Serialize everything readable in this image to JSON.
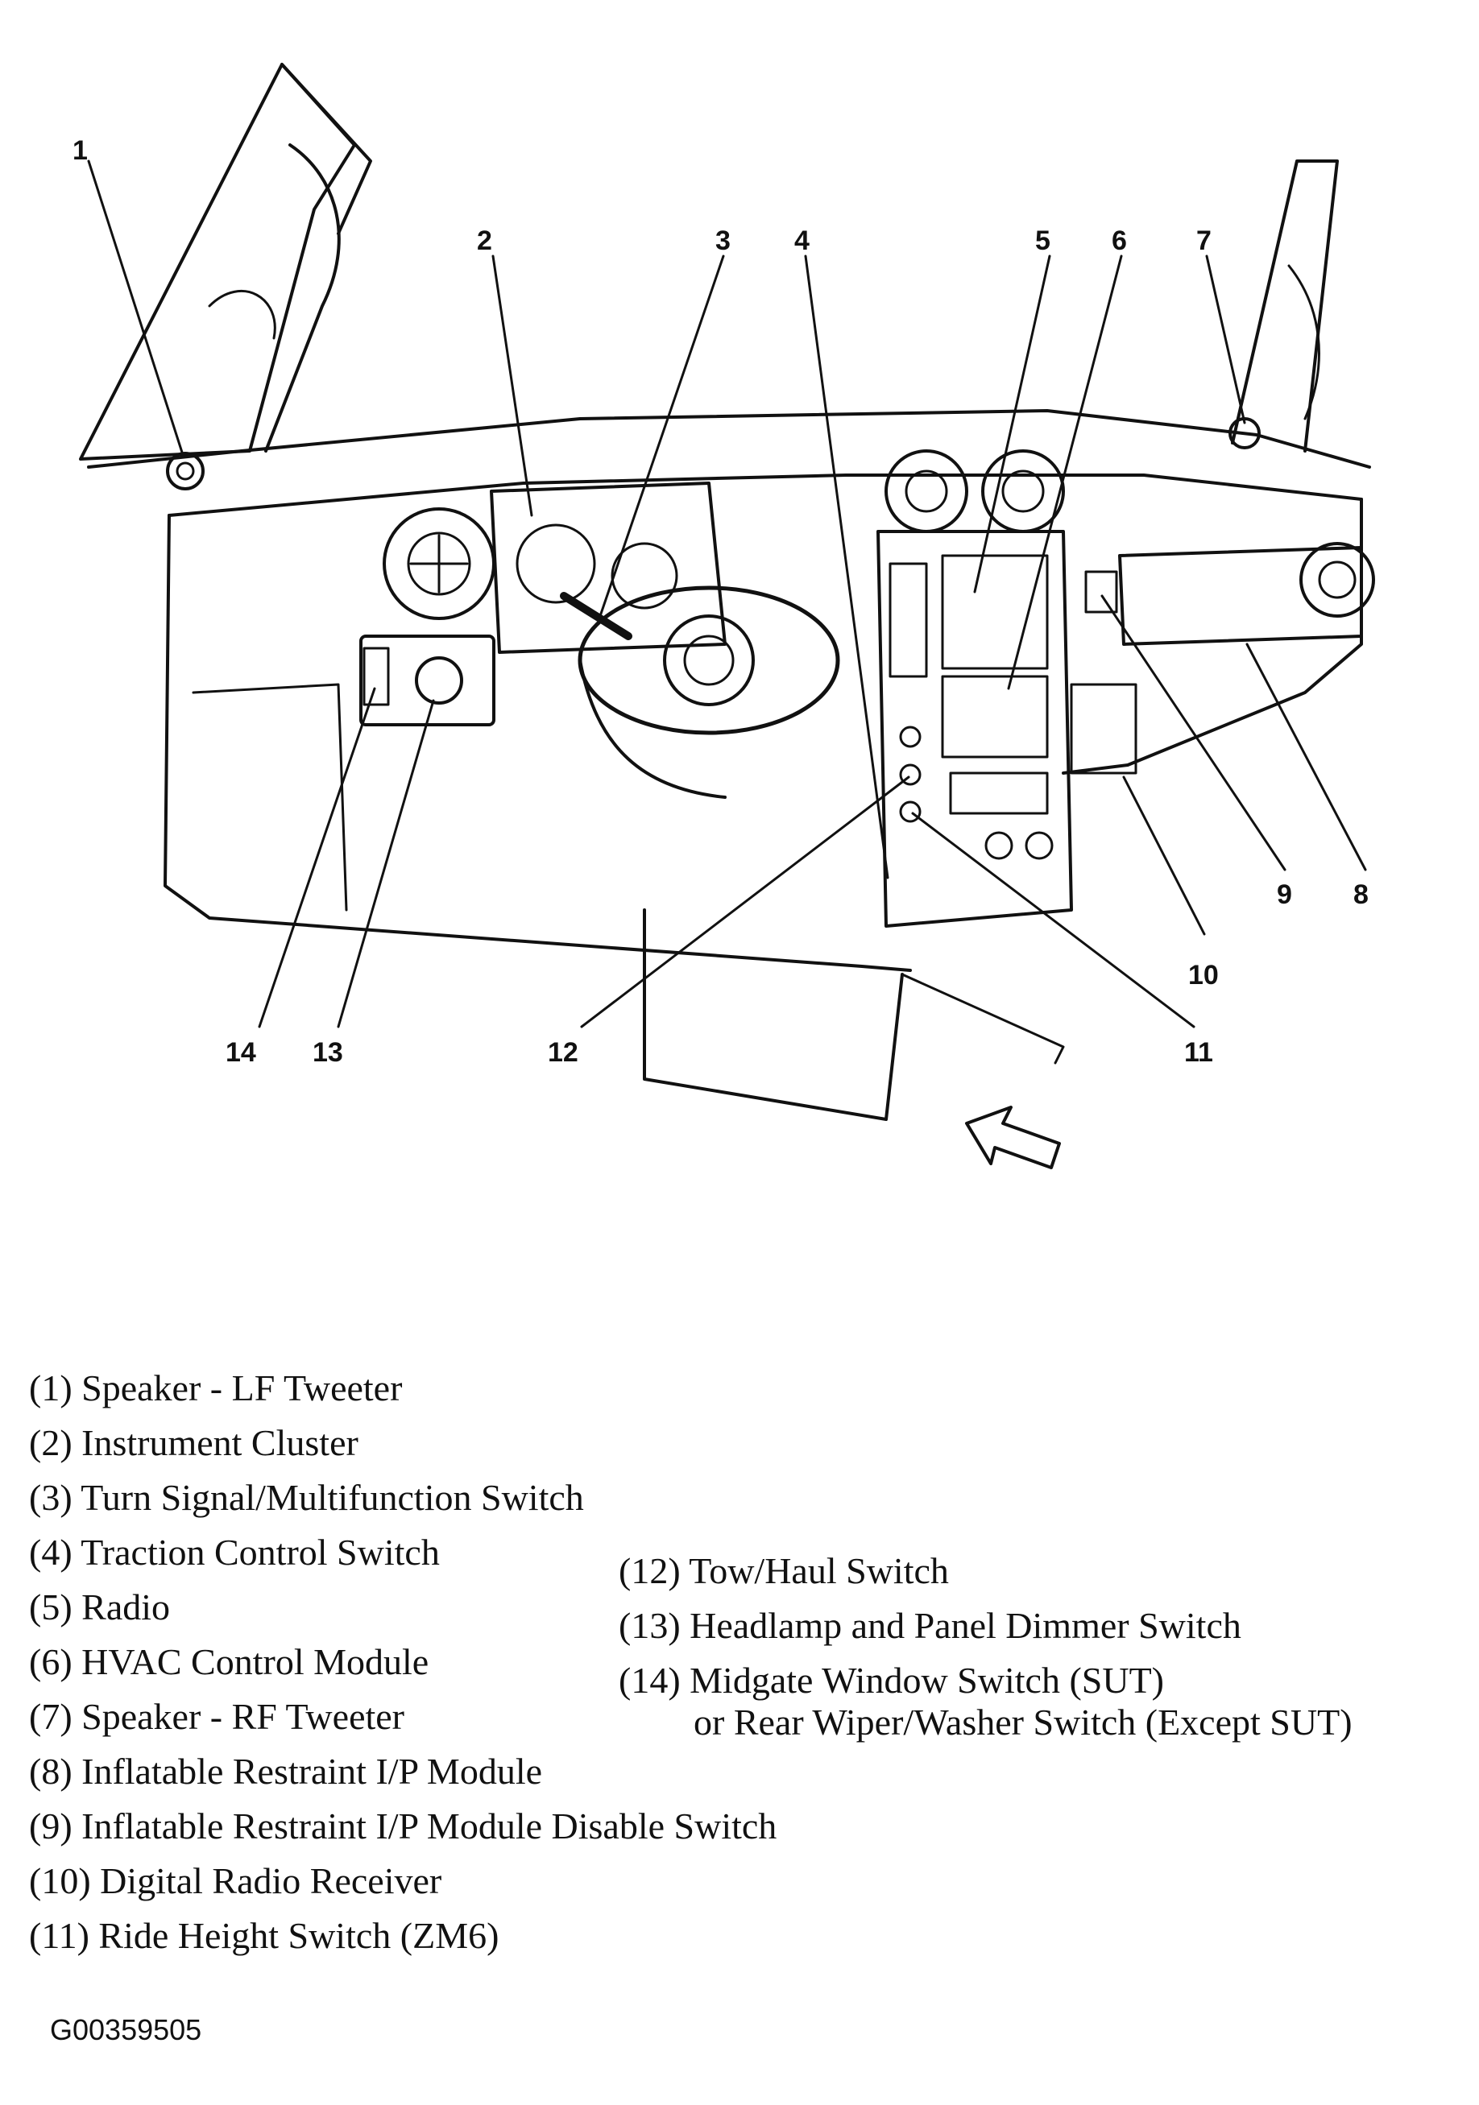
{
  "callouts": [
    "1",
    "2",
    "3",
    "4",
    "5",
    "6",
    "7",
    "8",
    "9",
    "10",
    "11",
    "12",
    "13",
    "14"
  ],
  "legend_left": [
    "(1)  Speaker - LF Tweeter",
    "(2)  Instrument Cluster",
    "(3)  Turn Signal/Multifunction Switch",
    "(4)  Traction Control Switch",
    "(5)  Radio",
    "(6)  HVAC Control Module",
    "(7)  Speaker - RF Tweeter",
    "(8)  Inflatable Restraint I/P Module",
    "(9)  Inflatable Restraint I/P Module Disable Switch",
    "(10) Digital Radio Receiver",
    "(11) Ride Height Switch (ZM6)"
  ],
  "legend_right": [
    "(12) Tow/Haul Switch",
    "(13) Headlamp and Panel Dimmer Switch",
    "(14) Midgate Window Switch (SUT)",
    "or Rear Wiper/Washer Switch (Except SUT)"
  ],
  "figure_id": "G00359505"
}
